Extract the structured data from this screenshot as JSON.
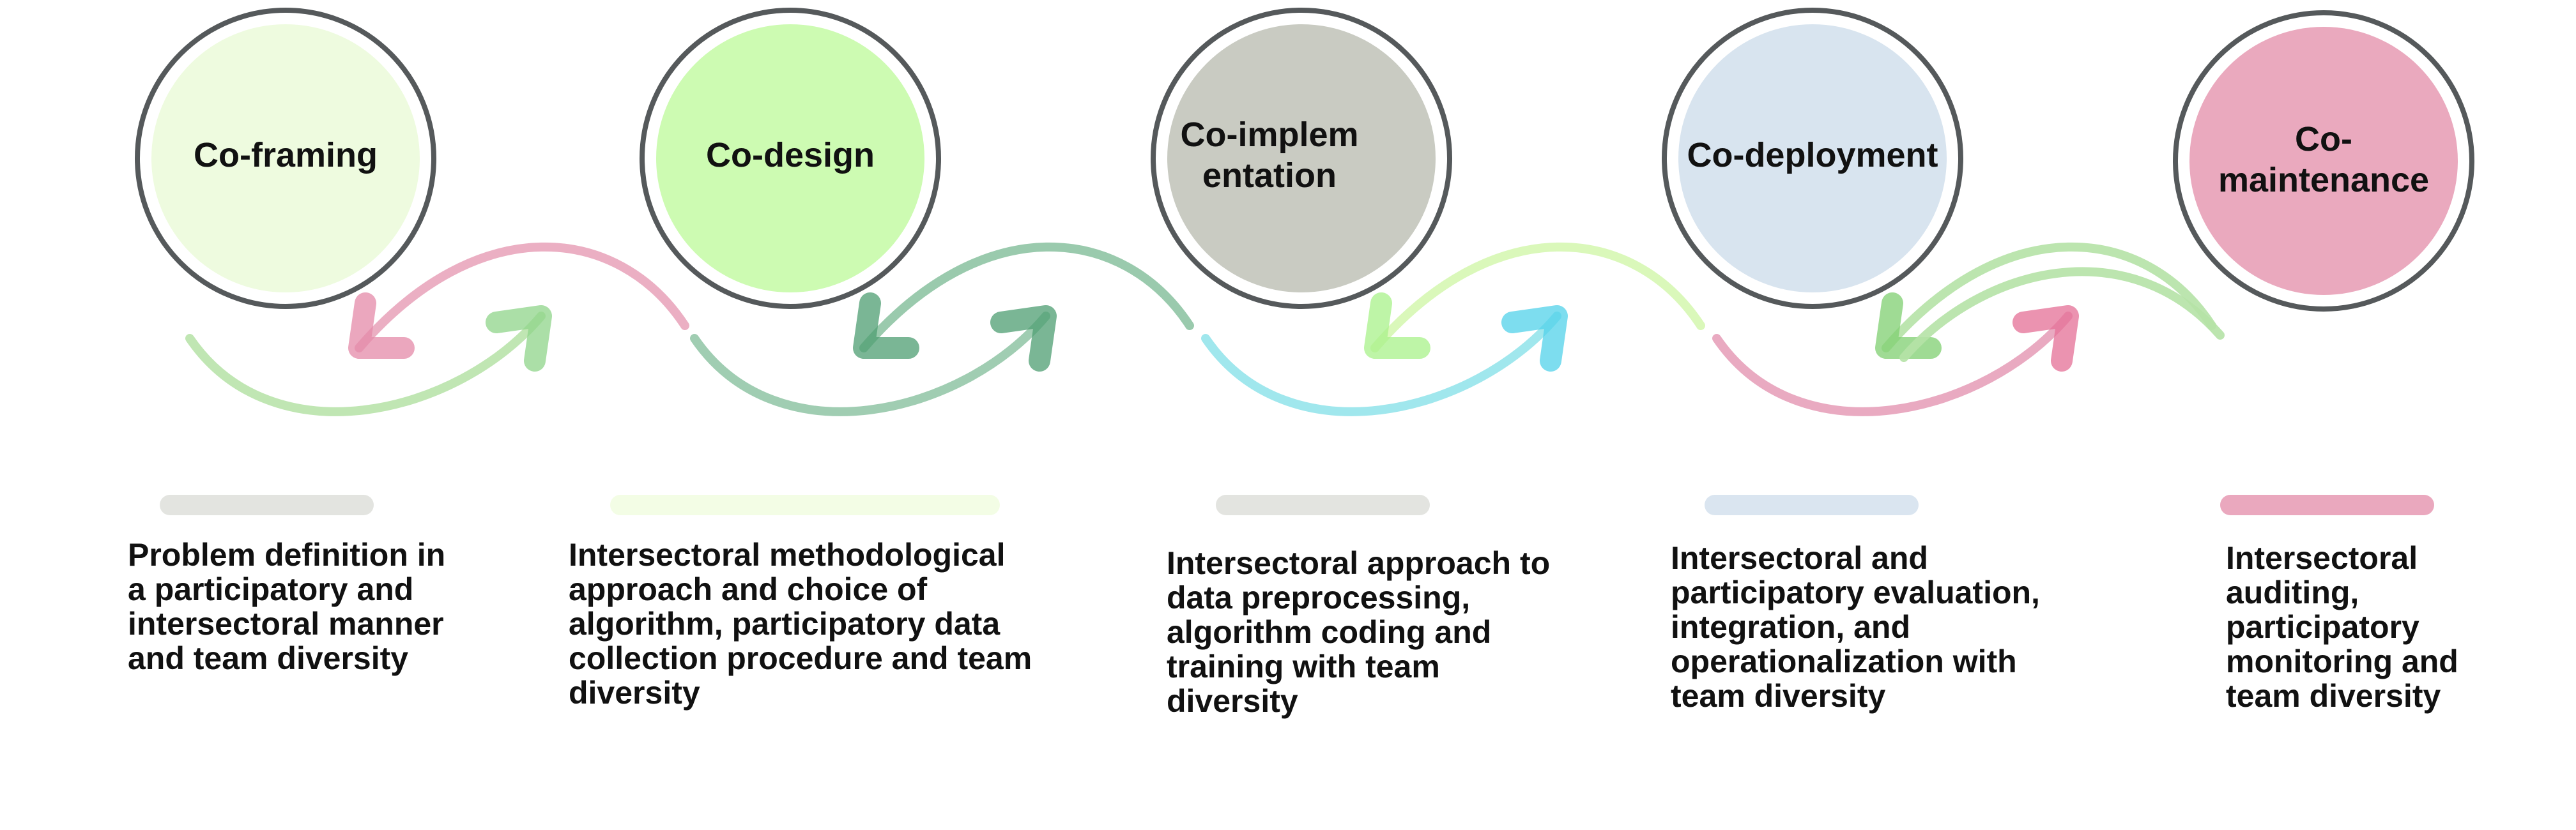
{
  "stages": [
    {
      "label": "Co-framing",
      "description": "Problem definition in a participatory and intersectoral manner and team diversity",
      "fill": "#eefbdf",
      "bar": "#e2e3de",
      "wave": "#b5e2a6",
      "arrow_back": "#e48aa8",
      "arrow_fwd": "#8fd48a"
    },
    {
      "label": "Co-design",
      "description": "Intersectoral methodological approach and choice of algorithm, participatory data collection procedure and team diversity",
      "fill": "#cdfbb2",
      "bar": "#f2fde4",
      "wave": "#8fc4a4",
      "arrow_back": "#4e9d72",
      "arrow_fwd": "#4e9d72"
    },
    {
      "label": "Co-implementation",
      "description": "Intersectoral approach to data preprocessing, algorithm coding and training with team diversity",
      "fill": "#c9cbc2",
      "bar": "#e2e3de",
      "wave": "#8fe3ea",
      "arrow_back": "#a8f28a",
      "arrow_fwd": "#52d2ea"
    },
    {
      "label": "Co-deployment",
      "description": "Intersectoral and participatory evaluation, integration, and operationalization with team diversity",
      "fill": "#d8e4ef",
      "bar": "#d8e4ef",
      "wave": "#e59bb6",
      "arrow_back": "#7fcf70",
      "arrow_fwd": "#e46f96"
    },
    {
      "label": "Co-maintenance",
      "description": "Intersectoral auditing, participatory monitoring and team diversity",
      "fill": "#eaa9be",
      "bar": "#e9a3ba",
      "wave": "#b5e2a6",
      "arrow_back": "",
      "arrow_fwd": ""
    }
  ],
  "colors": {
    "ring": "#55595b",
    "back_wave_first": "#e9a6bc",
    "back_wave_second": "#8fc4a4",
    "back_wave_third": "#d6f7b2",
    "back_wave_fourth": "#b5e2a6"
  }
}
